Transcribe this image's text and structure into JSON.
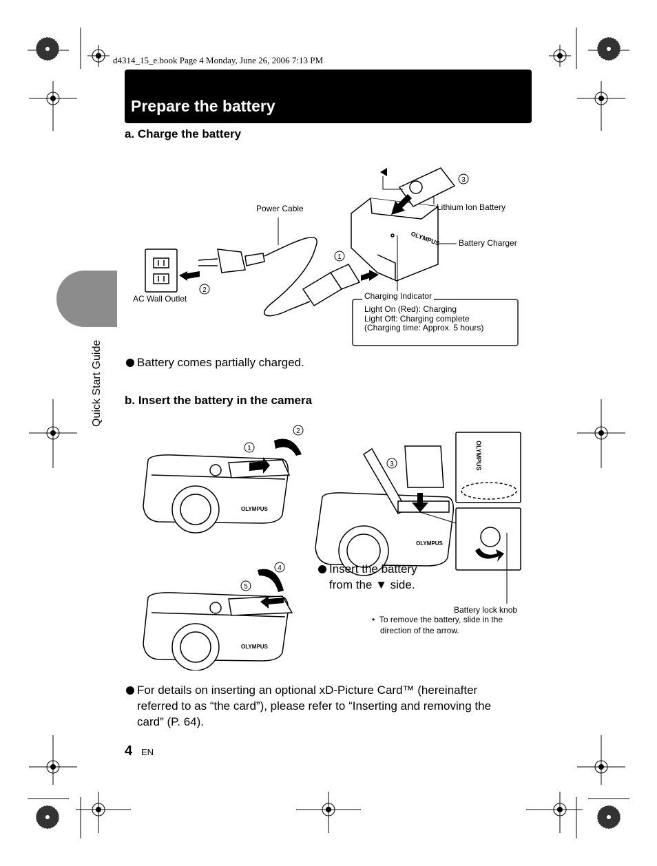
{
  "file_header": "d4314_15_e.book  Page 4  Monday, June 26, 2006  7:13 PM",
  "title": "Prepare the battery",
  "side_tab_label": "Quick Start Guide",
  "section_a": {
    "heading": "a.  Charge the battery",
    "labels": {
      "power_cable": "Power Cable",
      "lithium_ion_battery": "Lithium Ion Battery",
      "battery_charger": "Battery Charger",
      "ac_wall_outlet": "AC Wall Outlet",
      "charger_brand": "OLYMPUS",
      "battery_brand": "OLYMPUS"
    },
    "steps": [
      "1",
      "2",
      "3"
    ],
    "charging_indicator": {
      "title": "Charging Indicator",
      "lines": [
        "Light On (Red): Charging",
        "Light Off: Charging complete",
        "(Charging time: Approx. 5 hours)"
      ]
    },
    "bullet": "Battery comes partially charged."
  },
  "section_b": {
    "heading": "b.  Insert the battery in the camera",
    "steps": [
      "1",
      "2",
      "3",
      "4",
      "5"
    ],
    "camera_brand": "OLYMPUS",
    "insert_note_line1": "Insert the battery",
    "insert_note_line2": "from the ▼ side.",
    "knob_label": "Battery lock knob",
    "knob_note_line1": "To remove the battery, slide in the",
    "knob_note_line2": "direction of the arrow."
  },
  "bottom_note": {
    "line1": "For details on inserting an optional xD-Picture Card™ (hereinafter",
    "line2": "referred to as “the card”), please refer to “Inserting and removing the",
    "line3": "card” (P. 64)."
  },
  "page_number": "4",
  "page_lang": "EN"
}
